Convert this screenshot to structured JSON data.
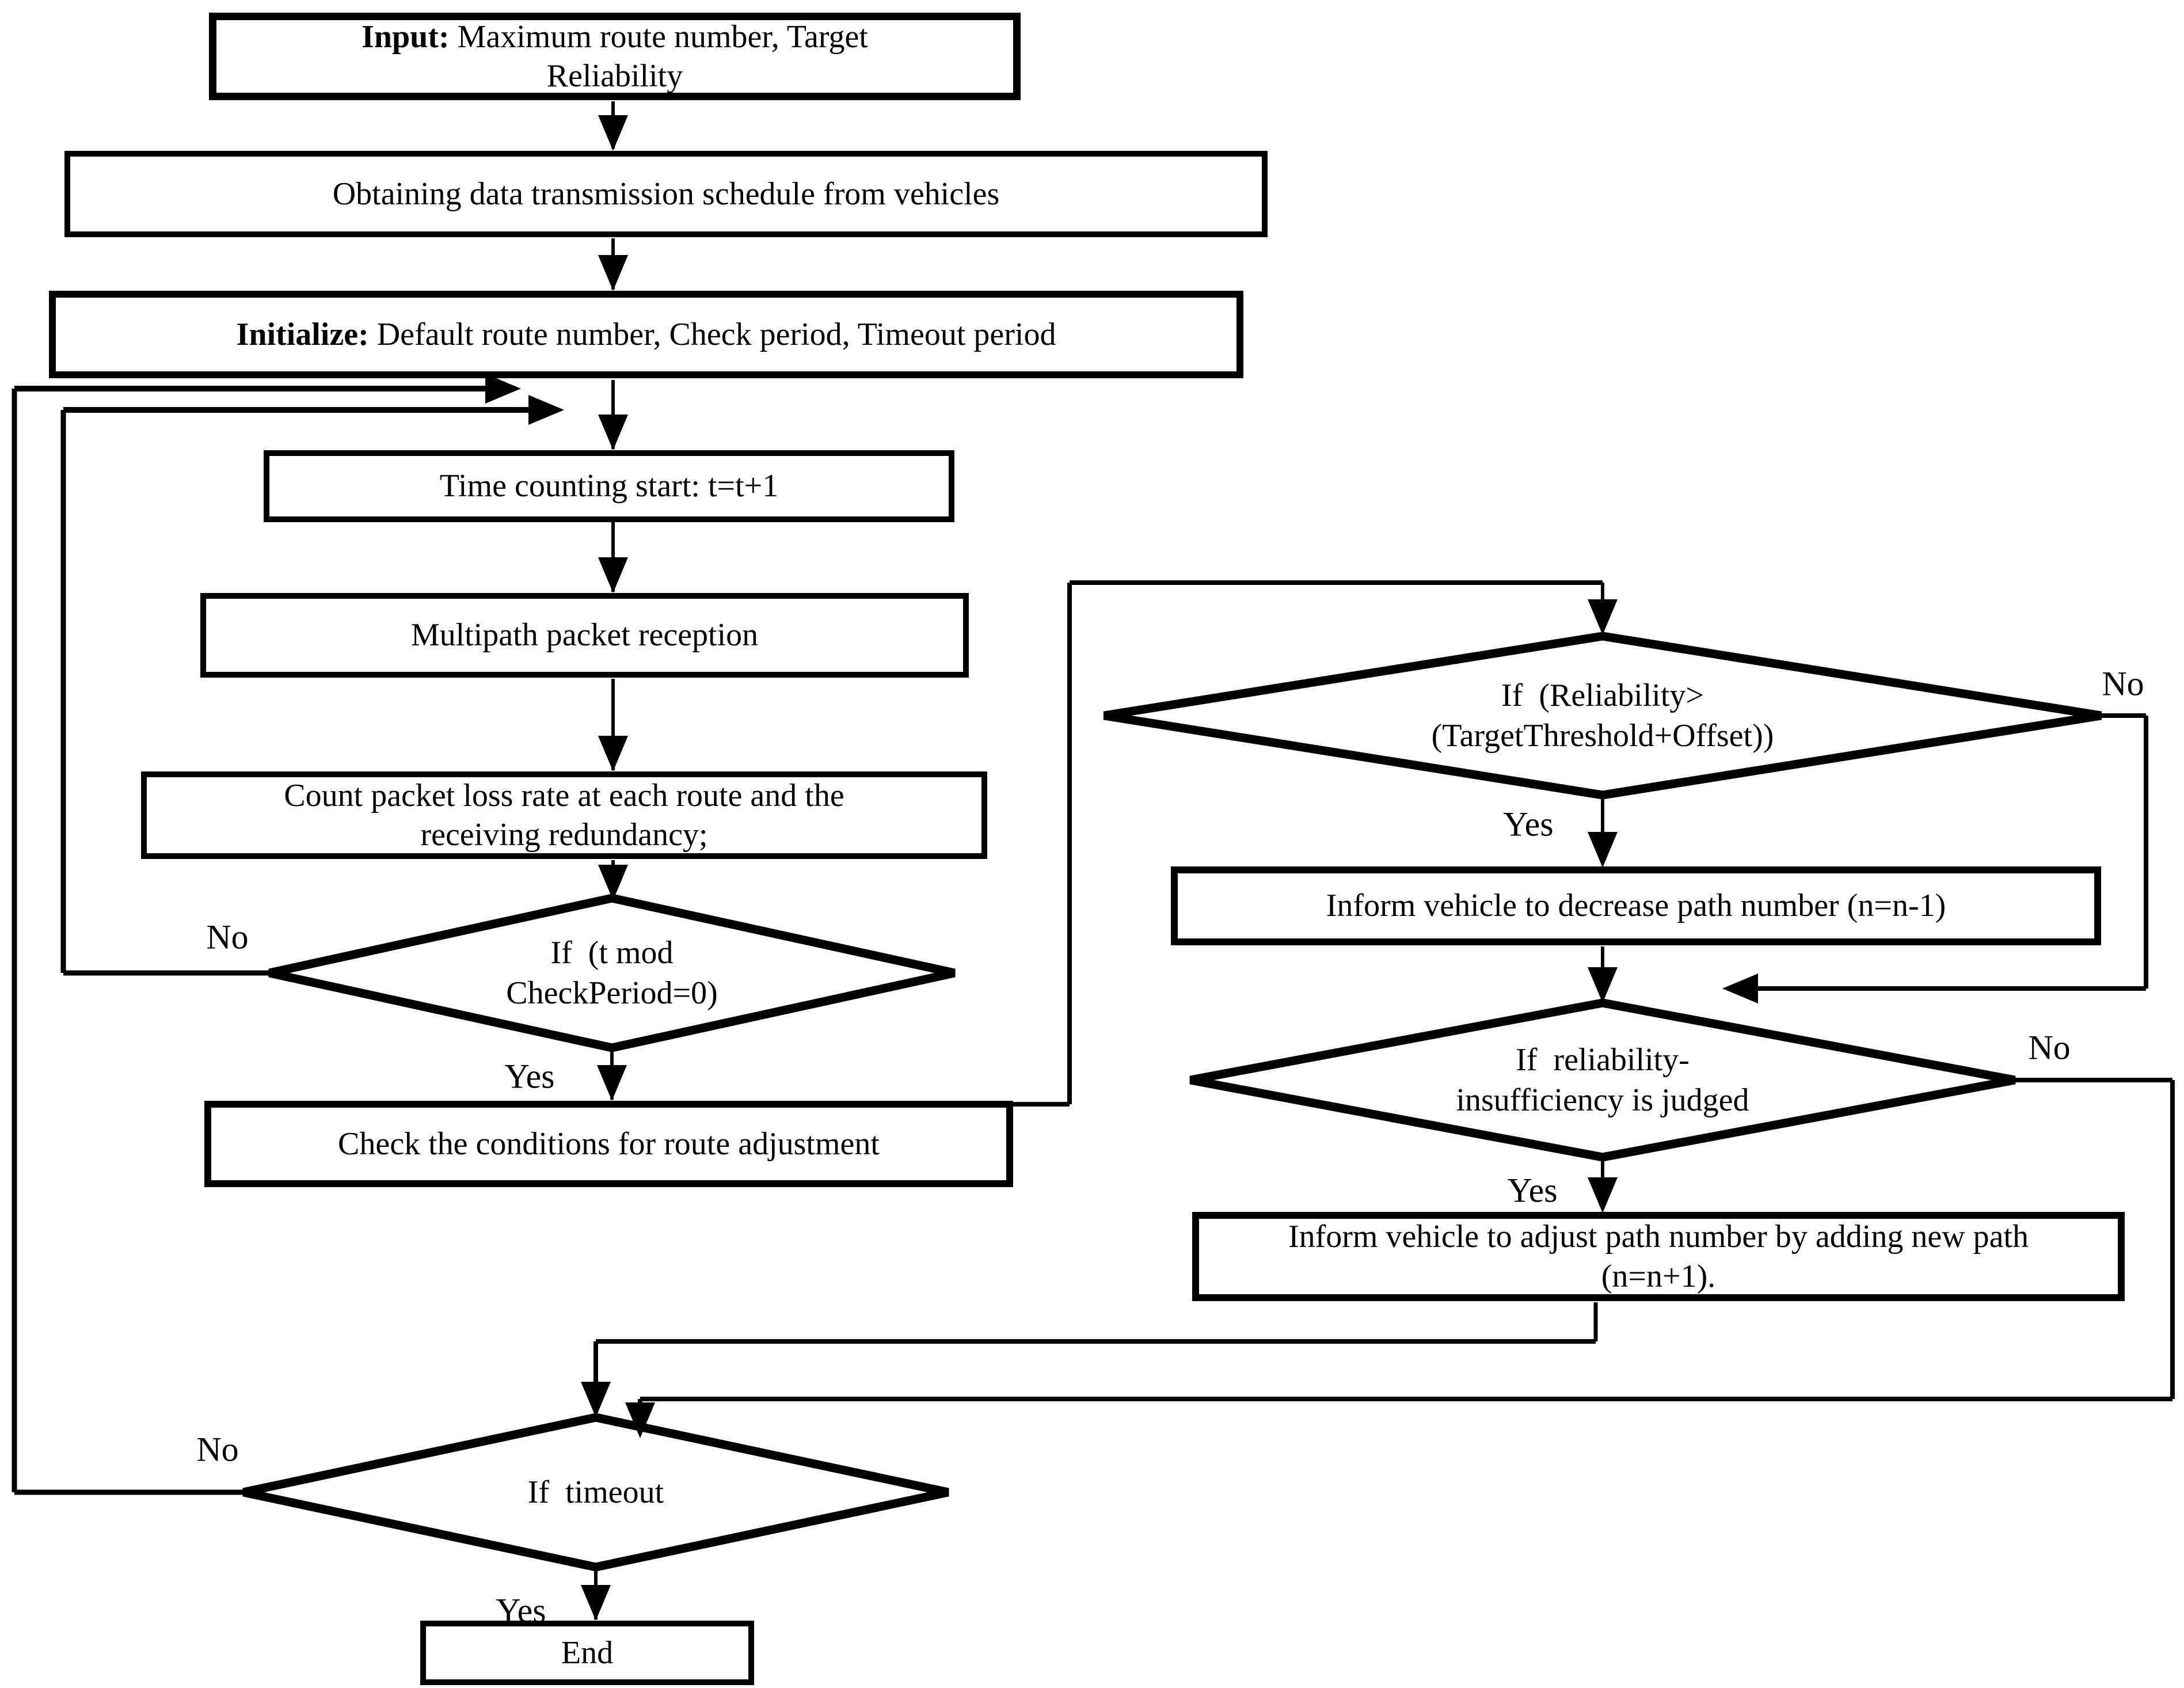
{
  "flowchart": {
    "nodes": {
      "input": {
        "bold": "Input:",
        "line1_rest": " Maximum route number, Target",
        "line2": "Reliability"
      },
      "obtaining": {
        "text": "Obtaining data transmission schedule from vehicles"
      },
      "initialize": {
        "bold": "Initialize:",
        "rest": " Default route number, Check period, Timeout period"
      },
      "time_counting": {
        "text": "Time counting start: t=t+1"
      },
      "multipath": {
        "text": "Multipath packet reception"
      },
      "count_loss": {
        "line1": "Count packet loss rate at each route and the",
        "line2": "receiving redundancy;"
      },
      "check_conditions": {
        "text": "Check the conditions for route adjustment"
      },
      "decrease_path": {
        "text": "Inform vehicle to decrease path number (n=n-1)"
      },
      "adjust_path": {
        "line1": "Inform vehicle to adjust path number by adding new path",
        "line2": "(n=n+1)."
      },
      "end": {
        "text": "End"
      }
    },
    "decisions": {
      "check_period": {
        "line1": "If  (t mod",
        "line2": "CheckPeriod=0)",
        "yes": "Yes",
        "no": "No"
      },
      "reliability_high": {
        "line1": "If  (Reliability>",
        "line2": "(TargetThreshold+Offset))",
        "yes": "Yes",
        "no": "No"
      },
      "reliability_insufficient": {
        "line1": "If  reliability-",
        "line2": "insufficiency is judged",
        "yes": "Yes",
        "no": "No"
      },
      "timeout": {
        "line1": "If  timeout",
        "yes": "Yes",
        "no": "No"
      }
    },
    "colors": {
      "line": "#000000",
      "background": "#ffffff"
    }
  }
}
